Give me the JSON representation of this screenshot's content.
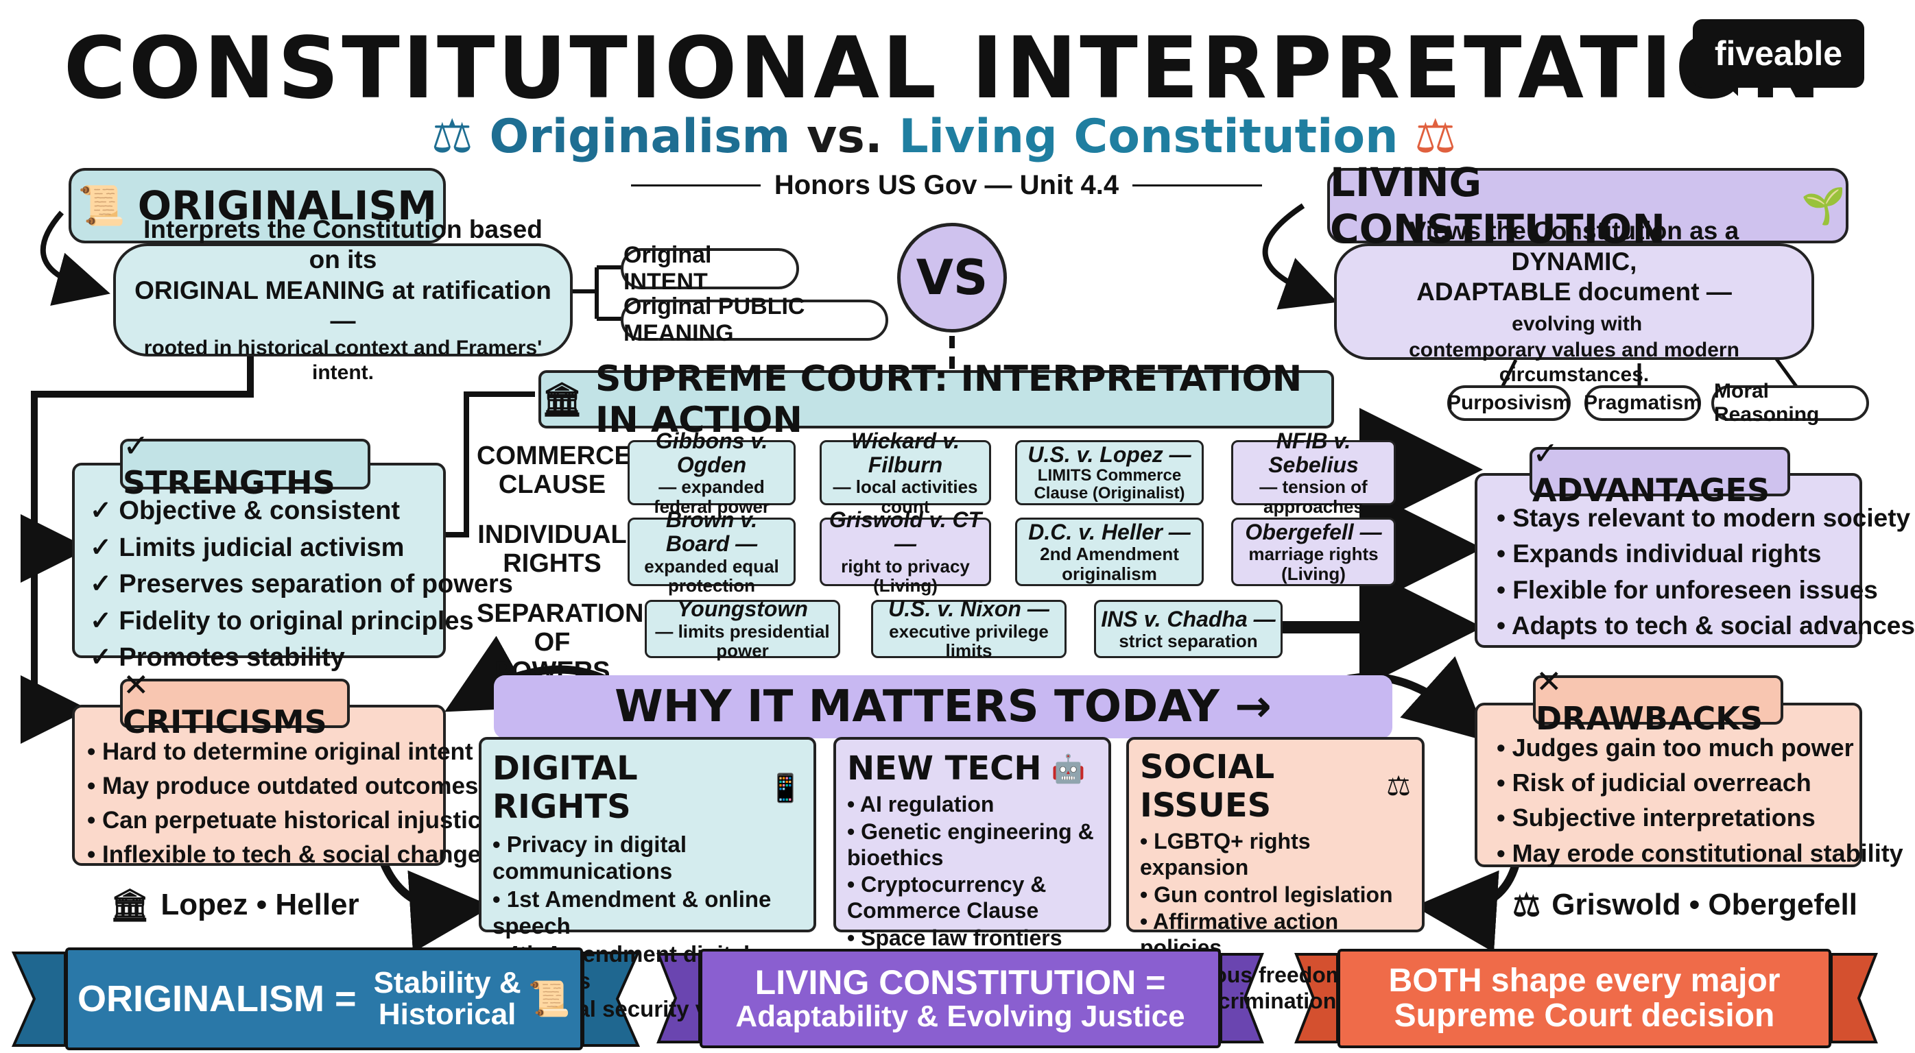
{
  "title": "CONSTITUTIONAL INTERPRETATION",
  "subtitle": {
    "part1": "Originalism",
    "part2": " vs. ",
    "part3": "Living Constitution"
  },
  "unit": "Honors US Gov — Unit 4.4",
  "logo": "fiveable",
  "vs": "VS",
  "originalism": {
    "header": "ORIGINALISM",
    "line1": "Interprets the Constitution based on its",
    "line2": "ORIGINAL MEANING at ratification —",
    "line3": "rooted in historical context and Framers' intent.",
    "pill1": "Original INTENT",
    "pill2": "Original PUBLIC MEANING"
  },
  "living": {
    "header": "LIVING CONSTITUTION",
    "line1": "Views the Constitution as a DYNAMIC,",
    "line2a": "ADAPTABLE document —",
    "line2b": " evolving with",
    "line3": "contemporary values and modern circumstances.",
    "pills": [
      "Purposivism",
      "Pragmatism",
      "Moral Reasoning"
    ]
  },
  "strengths": {
    "title": "✓ STRENGTHS",
    "items": [
      "✓ Objective & consistent",
      "✓ Limits judicial activism",
      "✓ Preserves separation of powers",
      "✓ Fidelity to original principles",
      "✓ Promotes stability"
    ]
  },
  "criticisms": {
    "title": "✕ CRITICISMS",
    "items": [
      "• Hard to determine original intent",
      "• May produce outdated outcomes",
      "• Can perpetuate historical injustice",
      "• Inflexible to tech & social change"
    ]
  },
  "advantages": {
    "title": "✓ ADVANTAGES",
    "items": [
      "• Stays relevant to modern society",
      "• Expands individual rights",
      "• Flexible for unforeseen issues",
      "• Adapts to tech & social advances"
    ]
  },
  "drawbacks": {
    "title": "✕ DRAWBACKS",
    "items": [
      "• Judges gain too much power",
      "• Risk of judicial overreach",
      "• Subjective interpretations",
      "• May erode constitutional stability"
    ]
  },
  "supreme_court": {
    "header": "SUPREME COURT: INTERPRETATION IN ACTION",
    "rows": [
      {
        "label": "COMMERCE CLAUSE",
        "cases": [
          {
            "name": "Gibbons v. Ogden",
            "desc": "— expanded federal power",
            "tone": "teal"
          },
          {
            "name": "Wickard v. Filburn",
            "desc": "— local activities count",
            "tone": "teal"
          },
          {
            "name": "U.S. v. Lopez —",
            "desc": "LIMITS Commerce Clause (Originalist)",
            "tone": "teal"
          },
          {
            "name": "NFIB v. Sebelius",
            "desc": "— tension of approaches",
            "tone": "purple"
          }
        ]
      },
      {
        "label": "INDIVIDUAL RIGHTS",
        "cases": [
          {
            "name": "Brown v. Board —",
            "desc": "expanded equal protection",
            "tone": "teal"
          },
          {
            "name": "Griswold v. CT —",
            "desc": "right to privacy (Living)",
            "tone": "purple"
          },
          {
            "name": "D.C. v. Heller —",
            "desc": "2nd Amendment originalism",
            "tone": "teal"
          },
          {
            "name": "Obergefell —",
            "desc": "marriage rights (Living)",
            "tone": "purple"
          }
        ]
      },
      {
        "label": "SEPARATION OF POWERS",
        "cases": [
          {
            "name": "Youngstown",
            "desc": "— limits presidential power",
            "tone": "teal"
          },
          {
            "name": "U.S. v. Nixon —",
            "desc": "executive privilege limits",
            "tone": "teal"
          },
          {
            "name": "INS v. Chadha —",
            "desc": "strict separation",
            "tone": "teal"
          }
        ]
      }
    ]
  },
  "why": "WHY IT MATTERS TODAY →",
  "digital": {
    "title": "DIGITAL RIGHTS",
    "items": [
      "• Privacy in digital communications",
      "• 1st Amendment & online speech",
      "• 4th Amendment digital searches",
      "• National security vs. privacy"
    ]
  },
  "newtech": {
    "title": "NEW TECH",
    "items": [
      "• AI regulation",
      "• Genetic engineering & bioethics",
      "• Cryptocurrency & Commerce Clause",
      "• Space law frontiers"
    ]
  },
  "social": {
    "title": "SOCIAL ISSUES",
    "items": [
      "• LGBTQ+ rights expansion",
      "• Gun control legislation",
      "• Affirmative action policies",
      "• Religious freedom vs. anti-discrimination"
    ]
  },
  "left_cases": "Lopez • Heller",
  "right_cases": "Griswold • Obergefell",
  "banners": {
    "left_a": "ORIGINALISM = ",
    "left_b": "Stability &",
    "left_c": "Historical",
    "middle_a": "LIVING CONSTITUTION =",
    "middle_b": "Adaptability & Evolving Justice",
    "right_a": "BOTH shape every major",
    "right_b": "Supreme Court decision"
  },
  "colors": {
    "teal": "#d4ecee",
    "purple": "#e2daf5",
    "salmon": "#fbd9cb",
    "banner_blue": "#2a78a8",
    "banner_purple": "#8a5fd0",
    "banner_orange": "#ef6b49",
    "why_band": "#c8b8f2"
  }
}
